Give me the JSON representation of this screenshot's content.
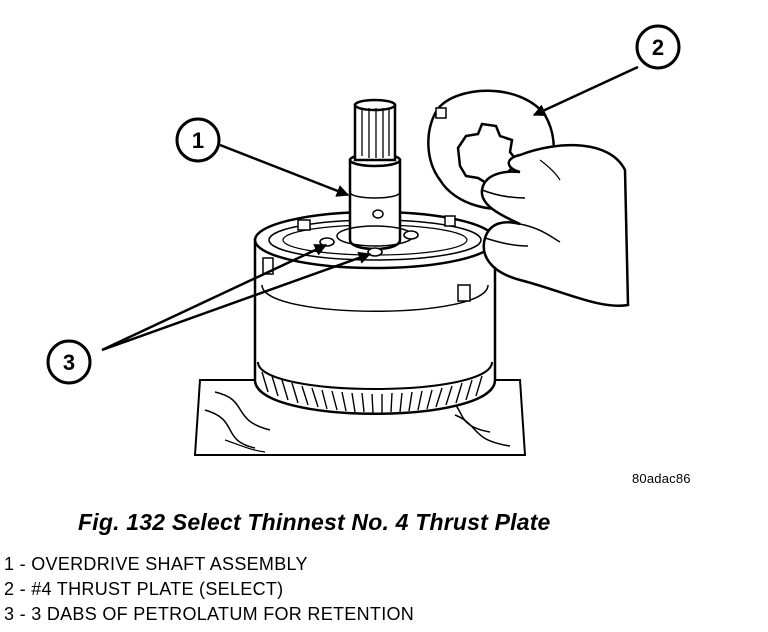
{
  "figure": {
    "image_code": "80adac86",
    "caption": "Fig. 132 Select Thinnest No. 4 Thrust Plate",
    "callouts": [
      {
        "number": "1"
      },
      {
        "number": "2"
      },
      {
        "number": "3"
      }
    ],
    "legend": [
      "1 - OVERDRIVE SHAFT ASSEMBLY",
      "2 - #4 THRUST PLATE (SELECT)",
      "3 - 3 DABS OF PETROLATUM FOR RETENTION"
    ]
  }
}
